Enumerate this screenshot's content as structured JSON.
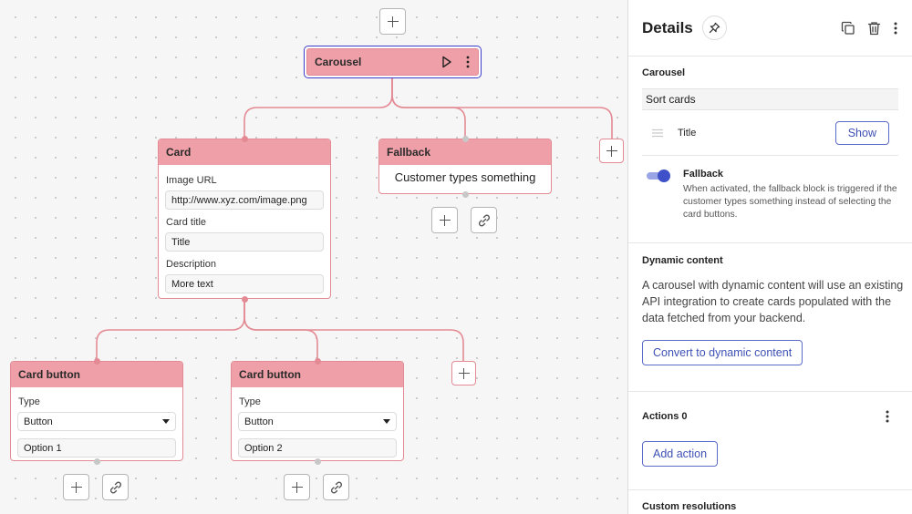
{
  "canvas": {
    "carousel_node": {
      "title": "Carousel"
    },
    "card_node": {
      "title": "Card",
      "fields": [
        {
          "label": "Image URL",
          "value": "http://www.xyz.com/image.png"
        },
        {
          "label": "Card title",
          "value": "Title"
        },
        {
          "label": "Description",
          "value": "More text"
        }
      ]
    },
    "fallback_node": {
      "title": "Fallback",
      "text": "Customer types something"
    },
    "card_buttons": [
      {
        "title": "Card button",
        "type_label": "Type",
        "type_value": "Button",
        "option_value": "Option 1"
      },
      {
        "title": "Card button",
        "type_label": "Type",
        "type_value": "Button",
        "option_value": "Option 2"
      }
    ]
  },
  "panel": {
    "title": "Details",
    "carousel_section": {
      "title": "Carousel",
      "sort_label": "Sort cards",
      "sort_row_label": "Title",
      "show_button": "Show",
      "fallback_label": "Fallback",
      "fallback_enabled": true,
      "fallback_description": "When activated, the fallback block is triggered if the customer types something instead of selecting the card buttons."
    },
    "dynamic_section": {
      "title": "Dynamic content",
      "description": "A carousel with dynamic content will use an existing API integration to create cards populated with the data fetched from your backend.",
      "button": "Convert to dynamic content"
    },
    "actions_section": {
      "title": "Actions 0",
      "button": "Add action"
    },
    "custom_resolutions": {
      "title": "Custom resolutions"
    }
  },
  "colors": {
    "node_border": "#e48a94",
    "node_header": "#ee9fa7",
    "selected_outline": "#3b3bc9",
    "accent_blue": "#3e51b5"
  }
}
